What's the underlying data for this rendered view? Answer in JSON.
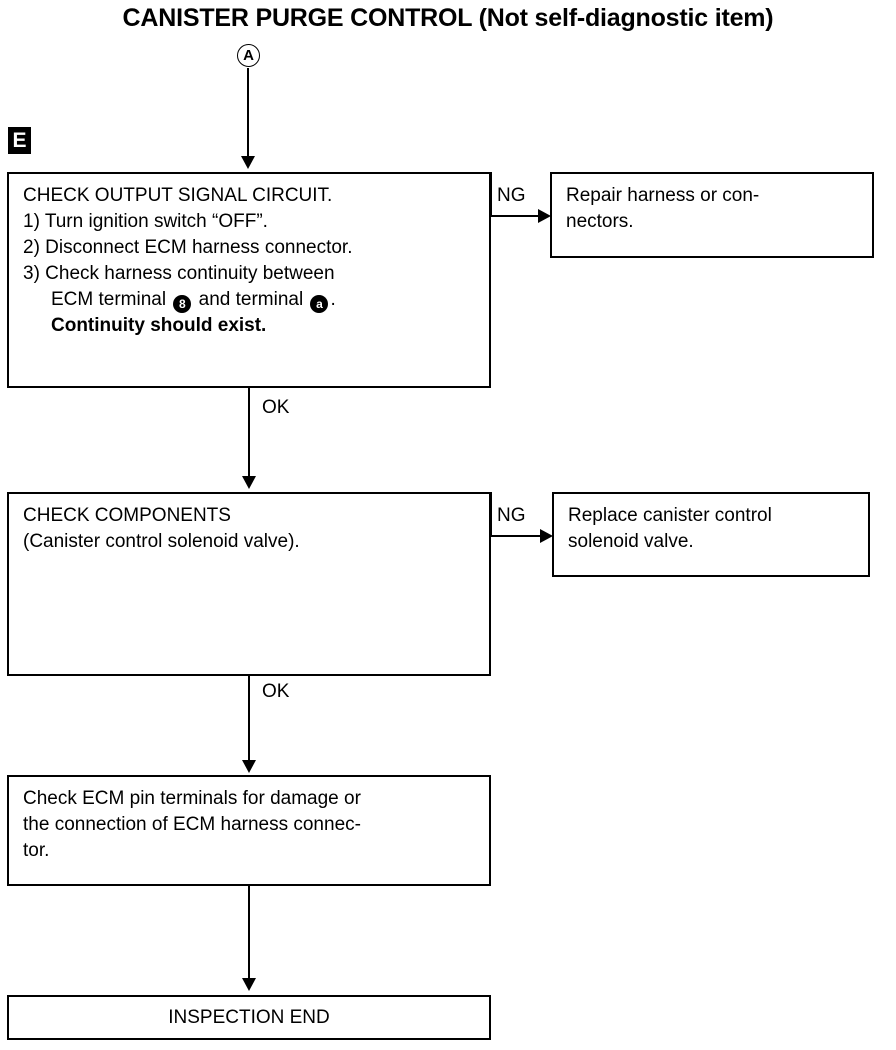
{
  "title": "CANISTER PURGE CONTROL (Not self-diagnostic item)",
  "section_badge": {
    "label": "E"
  },
  "entry_marker": {
    "label": "A"
  },
  "boxes": {
    "check_output": {
      "heading": "CHECK OUTPUT SIGNAL CIRCUIT.",
      "step1": "1) Turn ignition switch “OFF”.",
      "step2": "2) Disconnect ECM harness connector.",
      "step3": "3) Check harness continuity between",
      "step3_cont_pre": "ECM terminal",
      "step3_terminal_ecm": "8",
      "step3_cont_mid": "and terminal",
      "step3_terminal_other": "a",
      "step3_cont_post": ".",
      "result": "Continuity should exist."
    },
    "repair": {
      "line1": "Repair harness or con-",
      "line2": "nectors."
    },
    "check_components": {
      "line1": "CHECK COMPONENTS",
      "line2": "(Canister control solenoid valve)."
    },
    "replace": {
      "line1": "Replace canister control",
      "line2": "solenoid valve."
    },
    "check_pins": {
      "line1": "Check ECM pin terminals for damage or",
      "line2": "the connection of ECM harness connec-",
      "line3": "tor."
    },
    "inspection_end": {
      "label": "INSPECTION END"
    }
  },
  "edges": {
    "ng_1": "NG",
    "ng_2": "NG",
    "ok_1": "OK",
    "ok_2": "OK"
  },
  "colors": {
    "ink": "#000000",
    "paper": "#ffffff"
  }
}
